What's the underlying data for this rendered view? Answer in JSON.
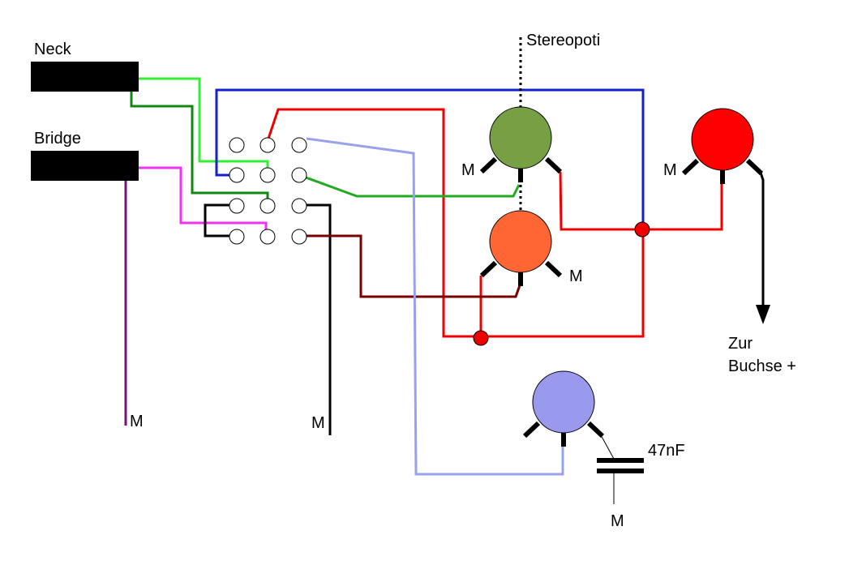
{
  "labels": {
    "neck": "Neck",
    "bridge": "Bridge",
    "stereopoti": "Stereopoti",
    "ground": "M",
    "capacitor": "47nF",
    "output_line1": "Zur",
    "output_line2": "Buchse +"
  },
  "colors": {
    "pickup": "#000000",
    "neck_hot": "#33ee33",
    "neck_cold": "#118811",
    "bridge_hot": "#ee33ee",
    "bridge_ground": "#771177",
    "blue": "#1122cc",
    "red": "#ee0000",
    "dark_red": "#7a0000",
    "light_blue": "#99a0ee",
    "pot_green": "#77a044",
    "pot_orange": "#ff6633",
    "pot_red": "#ff0000",
    "pot_blue": "#9999ee"
  }
}
